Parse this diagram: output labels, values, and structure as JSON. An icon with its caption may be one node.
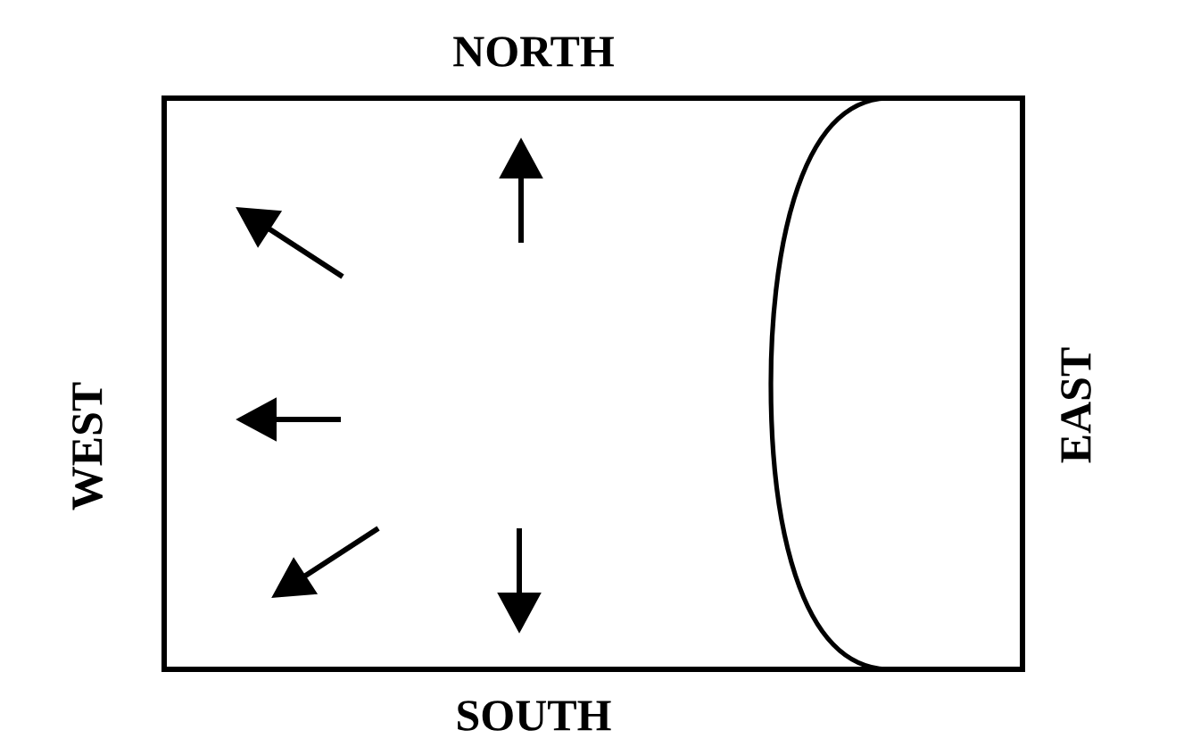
{
  "diagram": {
    "labels": [
      "NORTH",
      "WEST",
      "EAST",
      "SOUTH"
    ]
  }
}
